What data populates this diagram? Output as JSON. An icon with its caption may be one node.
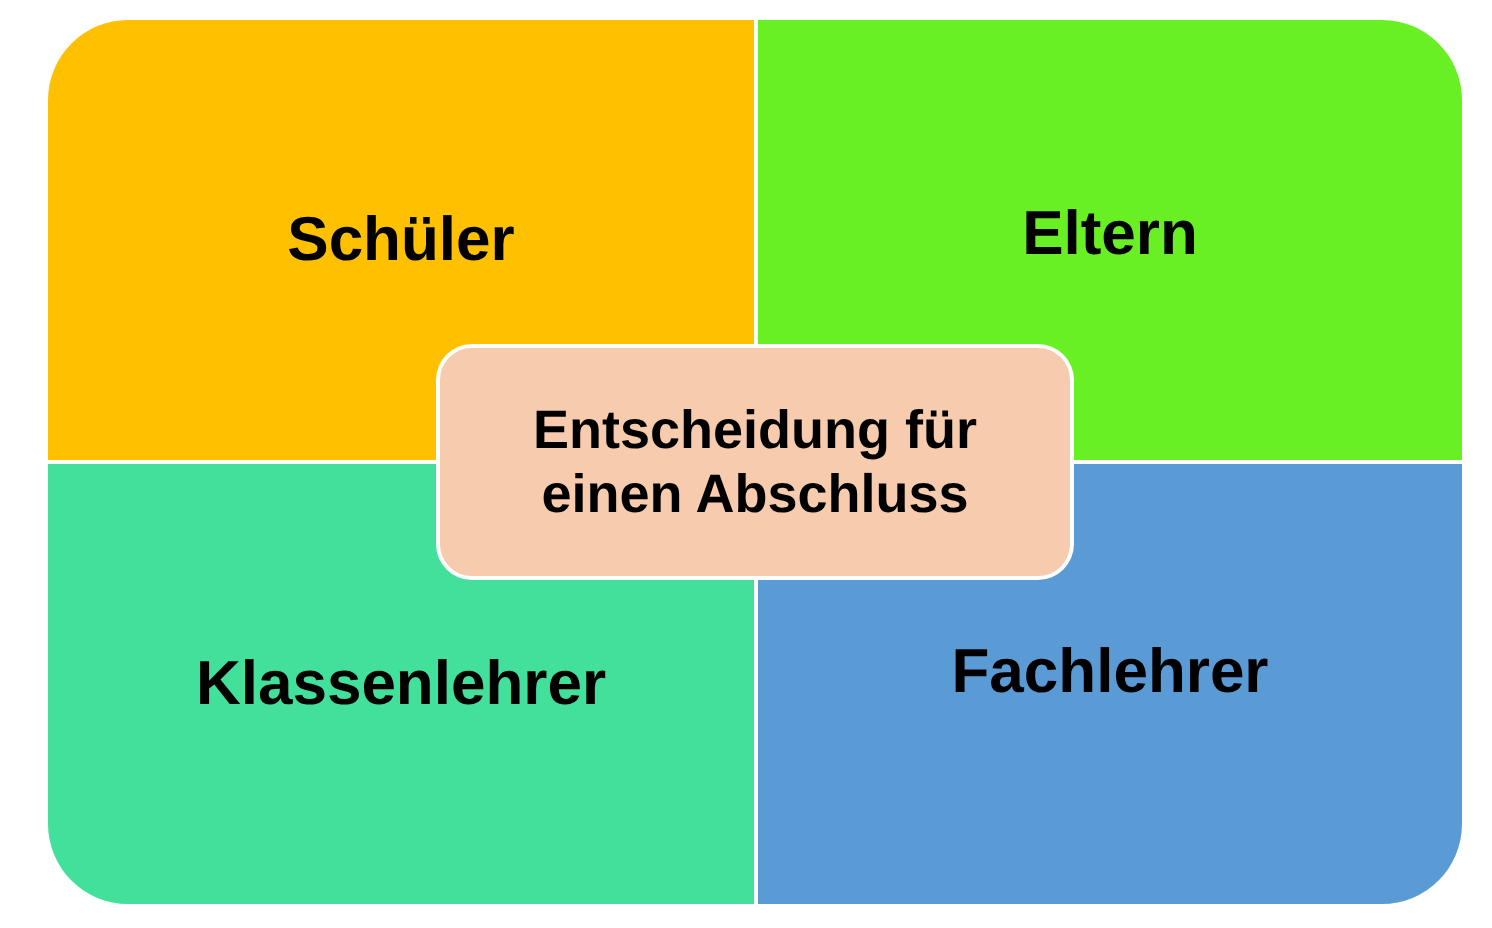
{
  "diagram": {
    "nodes": [
      {
        "text": [
          "Schüler"
        ]
      },
      {
        "text": [
          "Eltern"
        ]
      },
      {
        "text": [
          "Entscheidung für einen Abschluss"
        ]
      },
      {
        "text": [
          "Klassenlehrer"
        ]
      },
      {
        "text": [
          "Fachlehrer"
        ]
      }
    ]
  }
}
